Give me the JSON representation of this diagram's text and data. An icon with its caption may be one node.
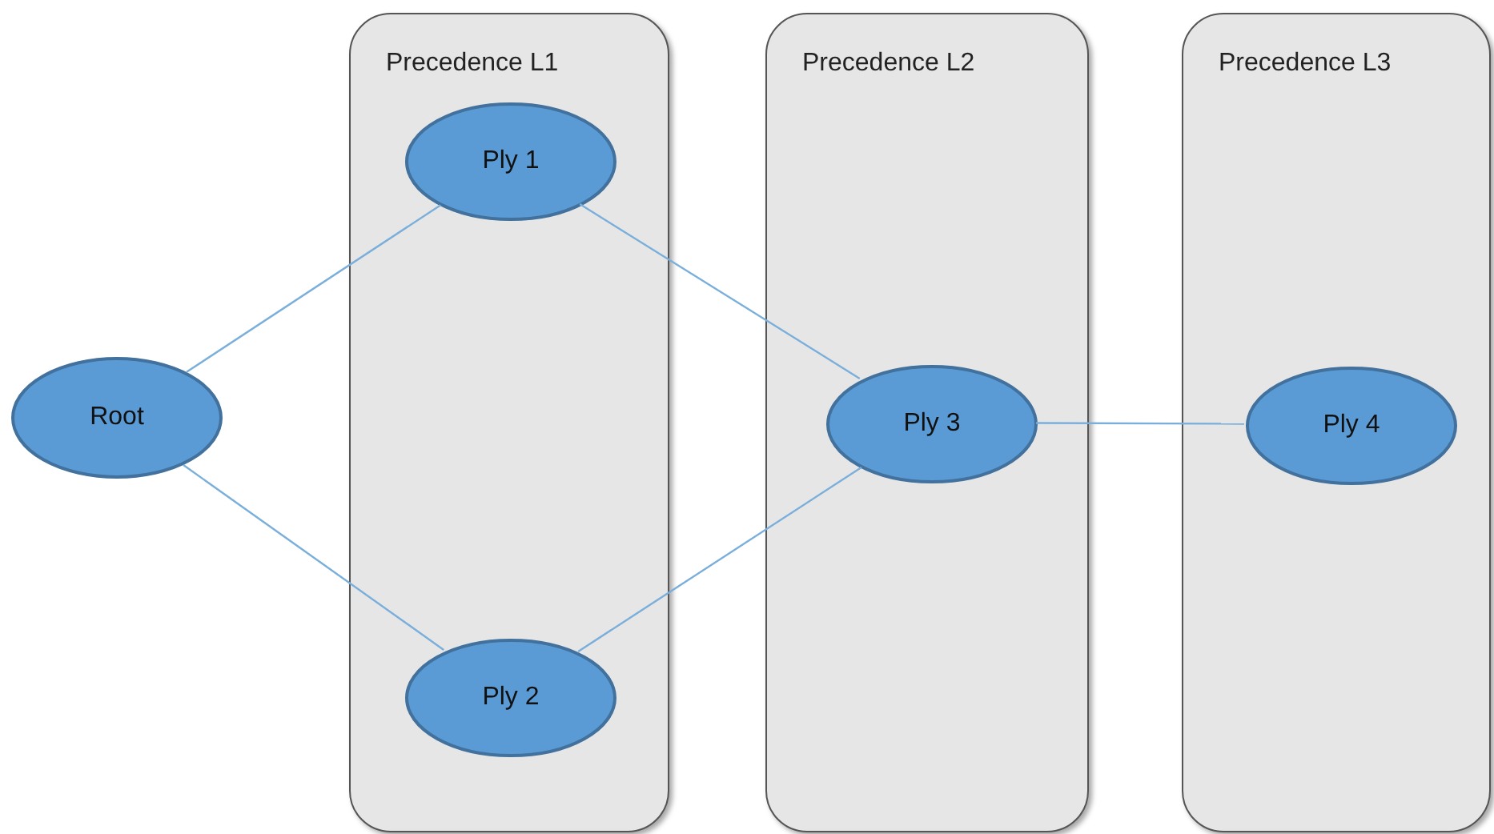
{
  "diagram": {
    "nodes": [
      {
        "text": [
          "Root"
        ]
      },
      {
        "text": [
          "Precedence L1"
        ]
      },
      {
        "text": [
          "Ply 1"
        ],
        "in": 1
      },
      {
        "text": [
          "Ply 2"
        ],
        "in": 1
      },
      {
        "text": [
          "Precedence L2"
        ]
      },
      {
        "text": [
          "Ply 3"
        ],
        "in": 4
      },
      {
        "text": [
          "Precedence L3"
        ]
      },
      {
        "text": [
          "Ply 4"
        ],
        "in": 6
      }
    ],
    "edges": [
      {
        "from": 0,
        "to": 2,
        "arrow": "none"
      },
      {
        "from": 0,
        "to": 3,
        "arrow": "none"
      },
      {
        "from": 2,
        "to": 5,
        "arrow": "none"
      },
      {
        "from": 3,
        "to": 5,
        "arrow": "none"
      },
      {
        "from": 5,
        "to": 7,
        "arrow": "none"
      }
    ]
  }
}
